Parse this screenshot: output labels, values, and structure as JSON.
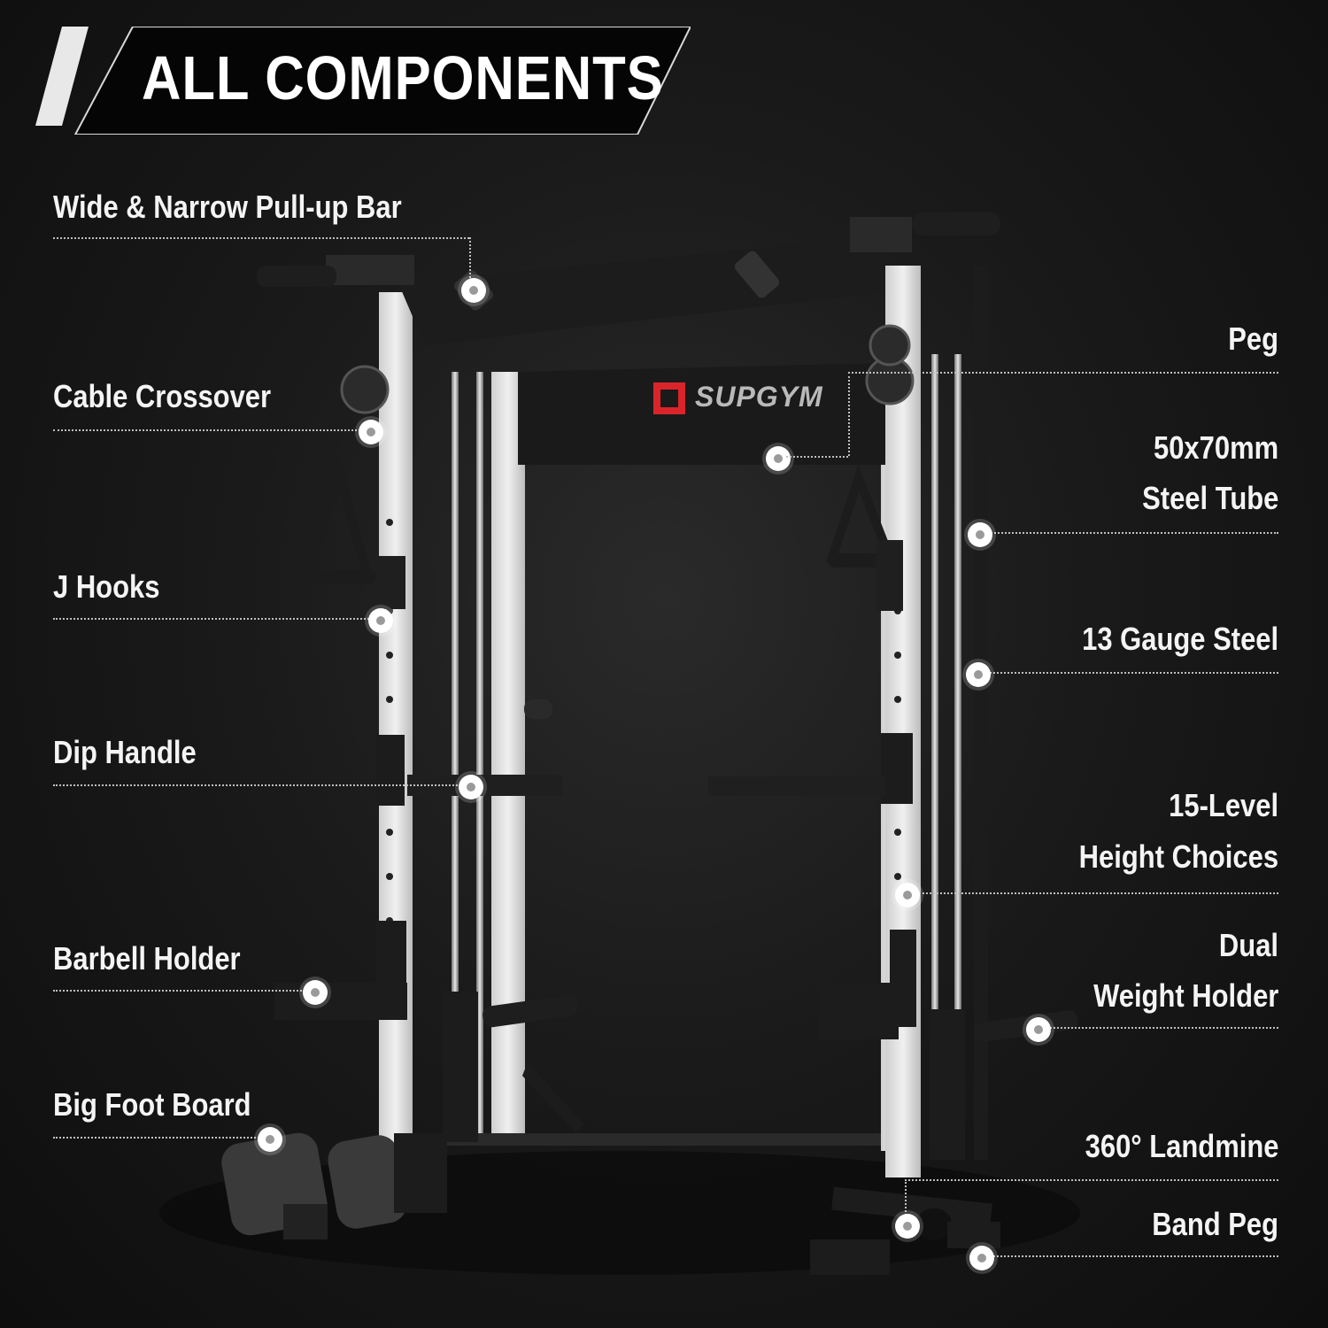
{
  "header": {
    "title": "ALL COMPONENTS"
  },
  "brand": {
    "name": "SUPGYM",
    "logo_color": "#d9252a"
  },
  "labels_left": {
    "pullup": "Wide & Narrow Pull-up Bar",
    "cable": "Cable Crossover",
    "jhooks": "J Hooks",
    "dip": "Dip Handle",
    "barbell": "Barbell Holder",
    "foot": "Big Foot Board"
  },
  "labels_right": {
    "peg": "Peg",
    "tube_1": "50x70mm",
    "tube_2": "Steel Tube",
    "gauge": "13 Gauge Steel",
    "level_1": "15-Level",
    "level_2": "Height Choices",
    "dual_1": "Dual",
    "dual_2": "Weight Holder",
    "landmine": "360° Landmine",
    "band": "Band Peg"
  },
  "colors": {
    "background": "#141414",
    "frame_white": "#e4e4e4",
    "frame_black": "#1c1c1c",
    "accent_red": "#d9252a"
  }
}
